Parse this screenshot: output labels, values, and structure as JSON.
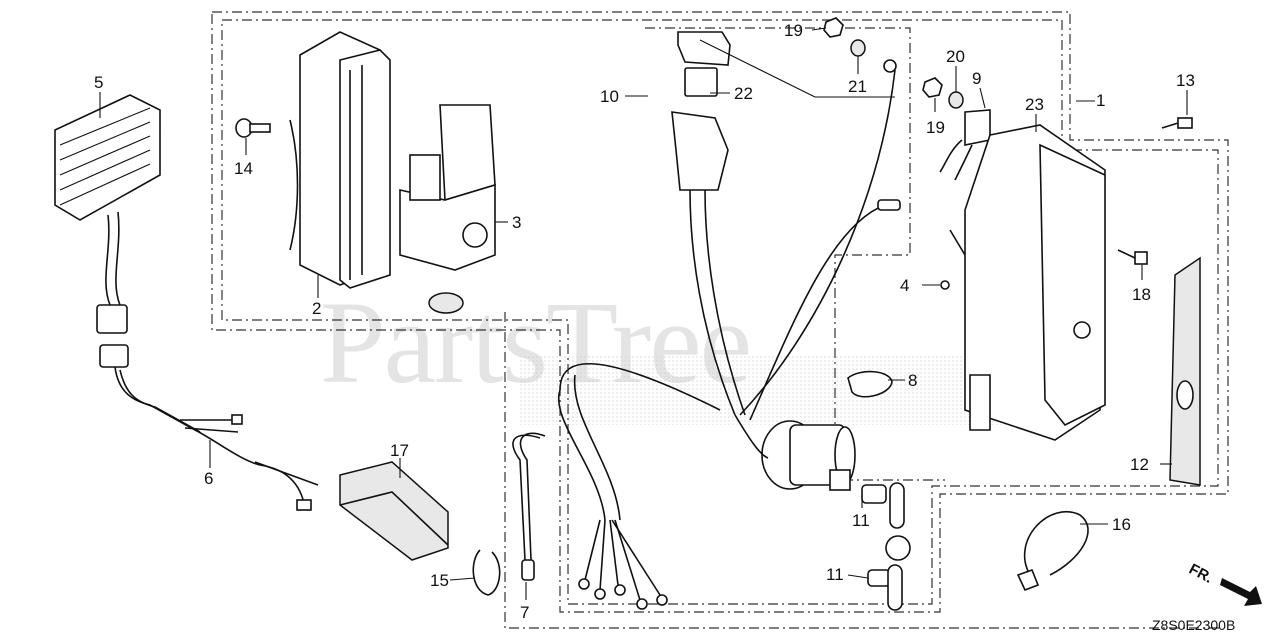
{
  "watermark": "PartsTree",
  "diagram_code": "Z8S0E2300B",
  "front_arrow_label": "FR.",
  "callouts": {
    "p1": "1",
    "p2": "2",
    "p3": "3",
    "p4": "4",
    "p5": "5",
    "p6": "6",
    "p7": "7",
    "p8": "8",
    "p9": "9",
    "p10": "10",
    "p11a": "11",
    "p11b": "11",
    "p12": "12",
    "p13": "13",
    "p14": "14",
    "p15": "15",
    "p16": "16",
    "p17": "17",
    "p18": "18",
    "p19a": "19",
    "p19b": "19",
    "p20": "20",
    "p21": "21",
    "p22": "22",
    "p23": "23"
  }
}
